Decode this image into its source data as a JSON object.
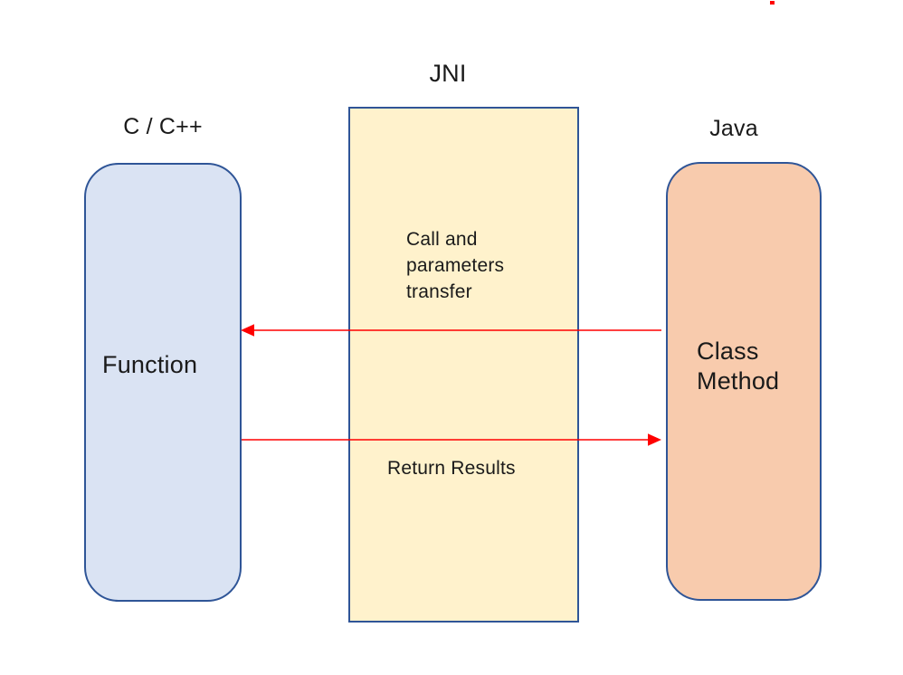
{
  "slide": {
    "background_color": "#ffffff",
    "text_color": "#1a1a1a",
    "title": "JNI",
    "left_column": {
      "label": "C / C++",
      "box_text": "Function",
      "box_fill": "#dae3f3",
      "box_border_color": "#2f5597"
    },
    "center_column": {
      "box_fill": "#fff2cc",
      "box_border_color": "#2f5597",
      "call_label_line1": "Call and",
      "call_label_line2": "parameters",
      "call_label_line3": "transfer",
      "return_label": "Return Results"
    },
    "right_column": {
      "label": "Java",
      "box_text_line1": "Class",
      "box_text_line2": "Method",
      "box_fill": "#f8cbad",
      "box_border_color": "#2f5597"
    },
    "arrows": {
      "color": "#ff0000",
      "call_arrow_direction": "right-to-left",
      "return_arrow_direction": "left-to-right"
    },
    "artifact_color": "#ff0000"
  }
}
